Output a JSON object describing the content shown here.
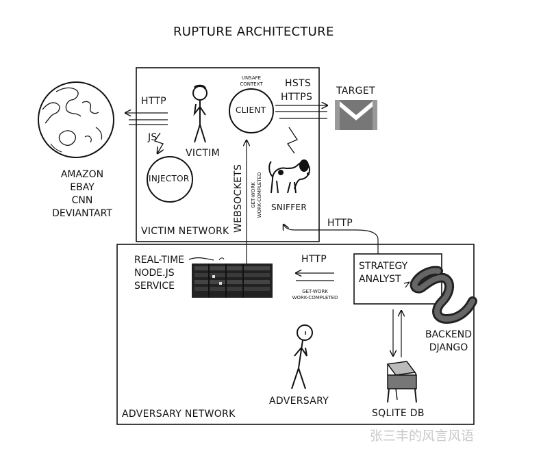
{
  "title": "RUPTURE ARCHITECTURE",
  "victim_network": {
    "label": "VICTIM NETWORK",
    "http_left": "HTTP",
    "js": "JS",
    "victim": "VICTIM",
    "injector": "INJECTOR",
    "client_context": [
      "UNSAFE",
      "CONTEXT"
    ],
    "client": "CLIENT",
    "hsts": "HSTS",
    "https": "HTTPS",
    "websockets": "WEBSOCKETS",
    "get_work": [
      "GET-WORK",
      "WORK-COMPLETED"
    ],
    "sniffer": "SNIFFER"
  },
  "target": "TARGET",
  "sites": [
    "AMAZON",
    "EBAY",
    "CNN",
    "DEVIANTART"
  ],
  "http_sniffer": "HTTP",
  "adversary_network": {
    "label": "ADVERSARY NETWORK",
    "realtime": [
      "REAL-TIME",
      "NODE.JS",
      "SERVICE"
    ],
    "http": "HTTP",
    "get_work": [
      "GET-WORK",
      "WORK-COMPLETED"
    ],
    "strategy": [
      "STRATEGY",
      "ANALYST"
    ],
    "backend": [
      "BACKEND",
      "DJANGO"
    ],
    "adversary": "ADVERSARY",
    "sqlite": "SQLITE DB"
  },
  "watermark": "张三丰的风言风语"
}
